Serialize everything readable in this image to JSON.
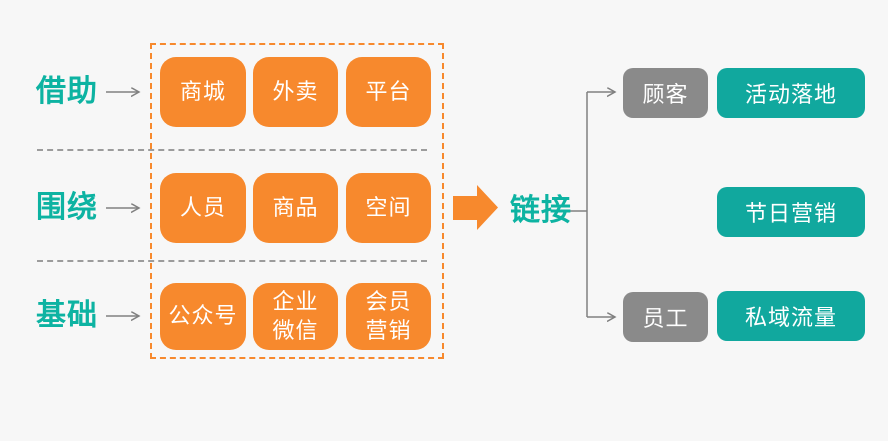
{
  "colors": {
    "background": "#f7f7f7",
    "orange": "#f7892d",
    "teal_box": "#11a89e",
    "teal_text": "#0db3a2",
    "gray_box": "#8a8a8a",
    "connector_gray": "#808080",
    "separator_gray": "#9c9c9c"
  },
  "left_panel": {
    "rows": [
      {
        "label": "借助",
        "boxes": [
          "商城",
          "外卖",
          "平台"
        ]
      },
      {
        "label": "围绕",
        "boxes": [
          "人员",
          "商品",
          "空间"
        ]
      },
      {
        "label": "基础",
        "boxes": [
          "公众号",
          "企业\n微信",
          "会员\n营销"
        ]
      }
    ]
  },
  "center": {
    "label": "链接"
  },
  "right_panel": {
    "rows": [
      {
        "tag": "顾客",
        "result": "活动落地"
      },
      {
        "result": "节日营销"
      },
      {
        "tag": "员工",
        "result": "私域流量"
      }
    ]
  }
}
